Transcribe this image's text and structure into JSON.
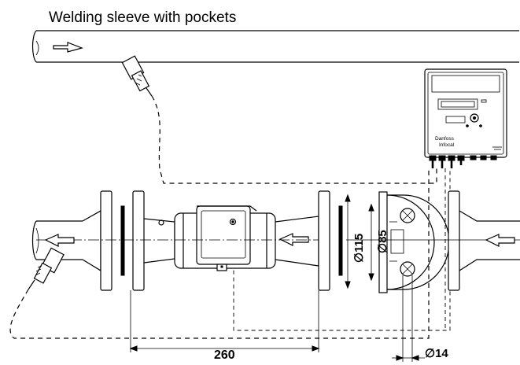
{
  "title": "Welding sleeve with pockets",
  "dimensions": {
    "flange_outer_diameter": "∅115",
    "bolt_circle_diameter": "∅85",
    "bolt_hole_diameter": "∅14",
    "spacing": "260"
  },
  "calculator_panel": {
    "brand_text": "Danfoss",
    "sub_text": "Infocal"
  },
  "colors": {
    "line": "#000000",
    "background": "#ffffff"
  }
}
